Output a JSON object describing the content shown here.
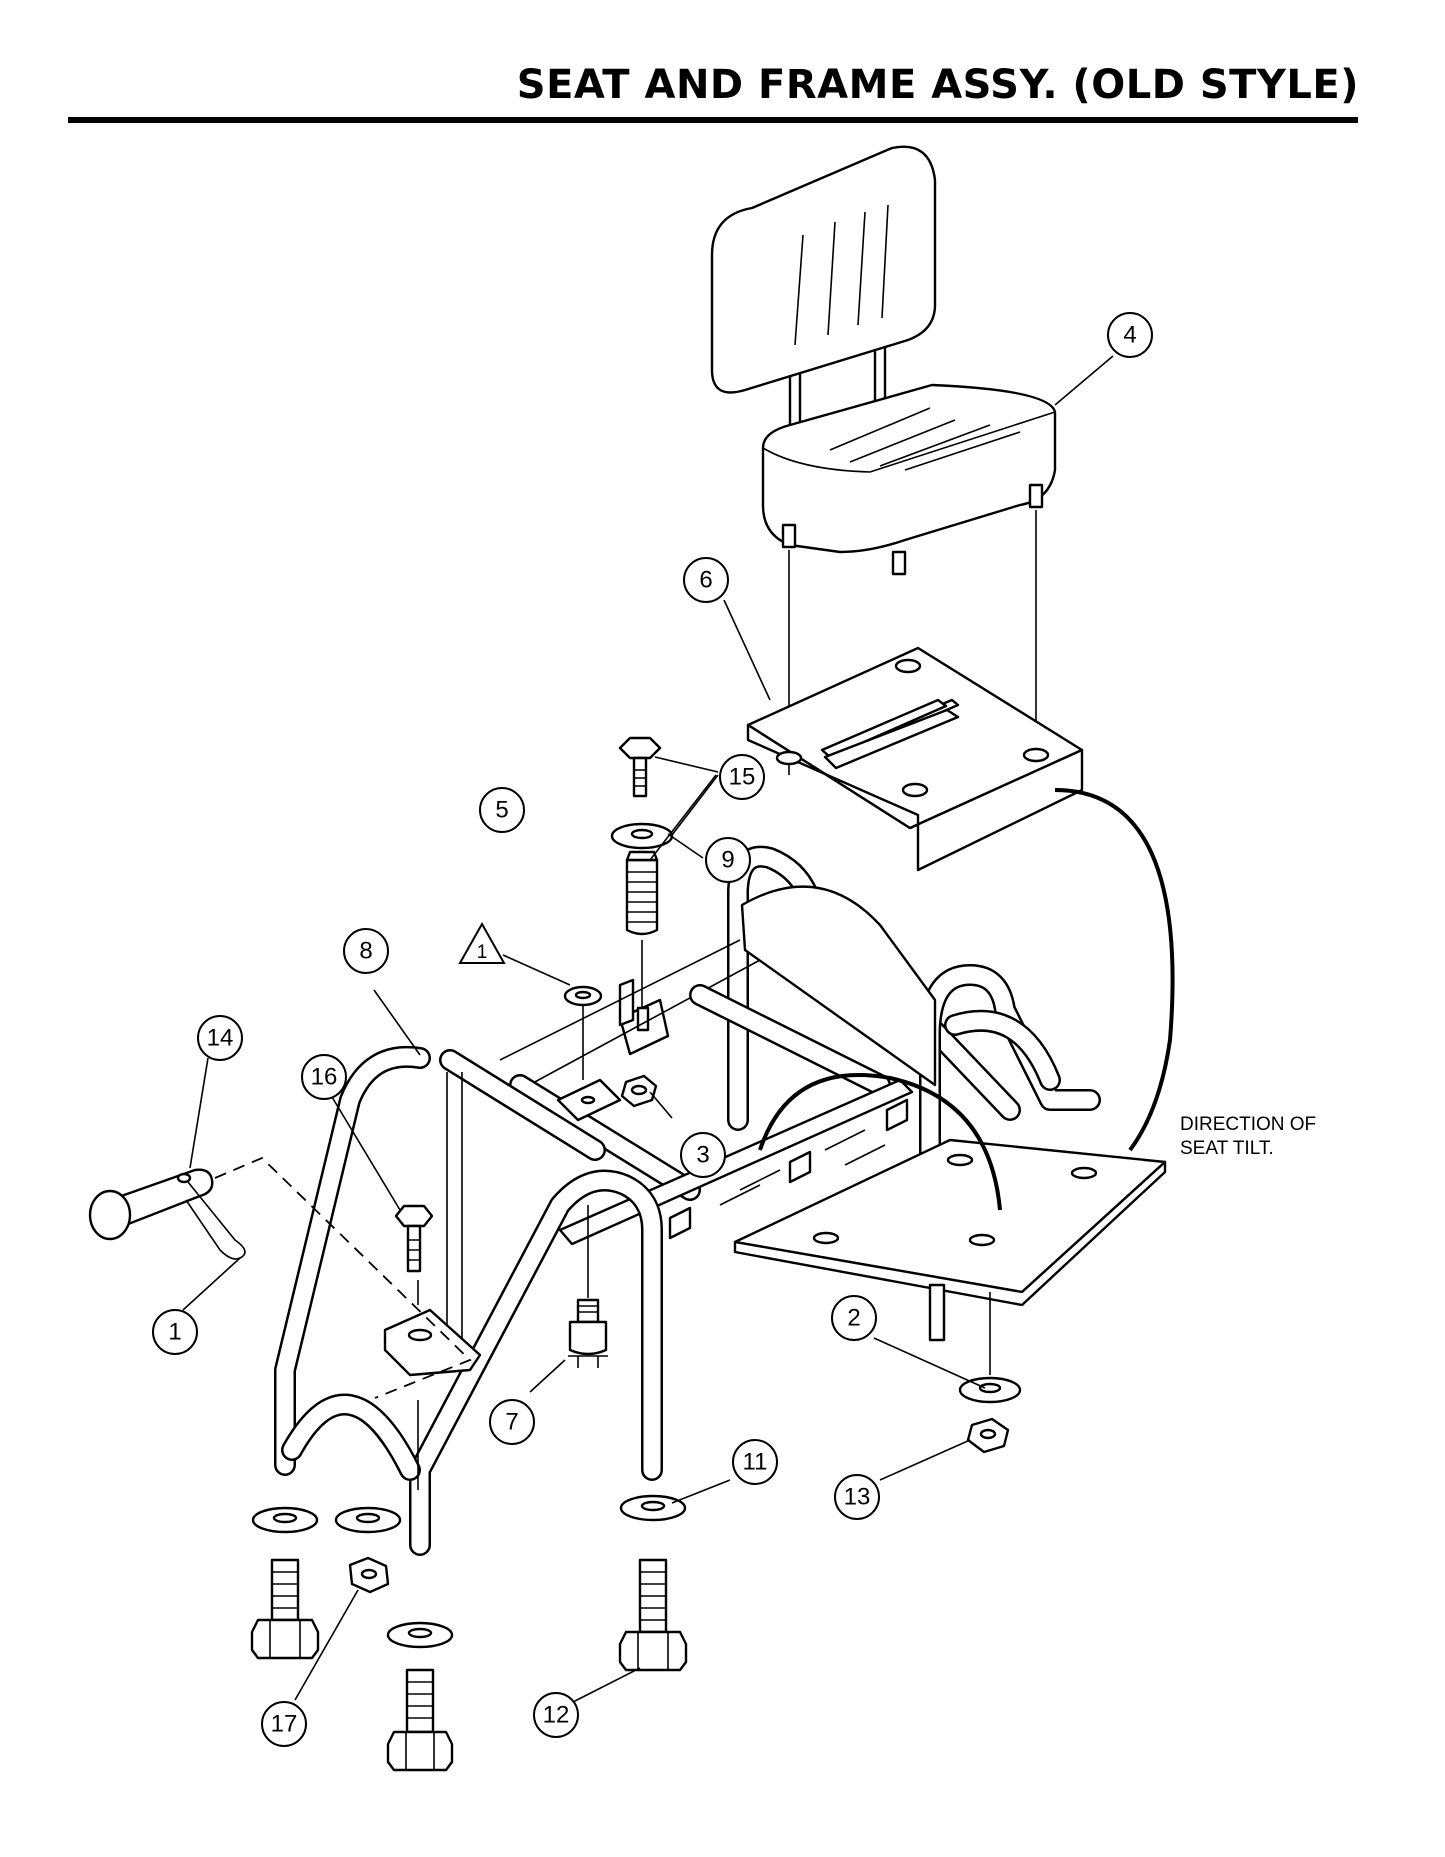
{
  "page": {
    "title": "SEAT AND FRAME ASSY. (OLD STYLE)"
  },
  "callouts": [
    {
      "id": "c1",
      "label": "1"
    },
    {
      "id": "c2",
      "label": "2"
    },
    {
      "id": "c3",
      "label": "3"
    },
    {
      "id": "c4",
      "label": "4"
    },
    {
      "id": "c5",
      "label": "5"
    },
    {
      "id": "c6",
      "label": "6"
    },
    {
      "id": "c7",
      "label": "7"
    },
    {
      "id": "c8",
      "label": "8"
    },
    {
      "id": "c9",
      "label": "9"
    },
    {
      "id": "c11",
      "label": "11"
    },
    {
      "id": "c12",
      "label": "12"
    },
    {
      "id": "c13",
      "label": "13"
    },
    {
      "id": "c14",
      "label": "14"
    },
    {
      "id": "c15",
      "label": "15"
    },
    {
      "id": "c16",
      "label": "16"
    },
    {
      "id": "c17",
      "label": "17"
    }
  ],
  "note_triangle": {
    "label": "1"
  },
  "tilt_note": {
    "line1": "DIRECTION OF",
    "line2": "SEAT TILT."
  }
}
